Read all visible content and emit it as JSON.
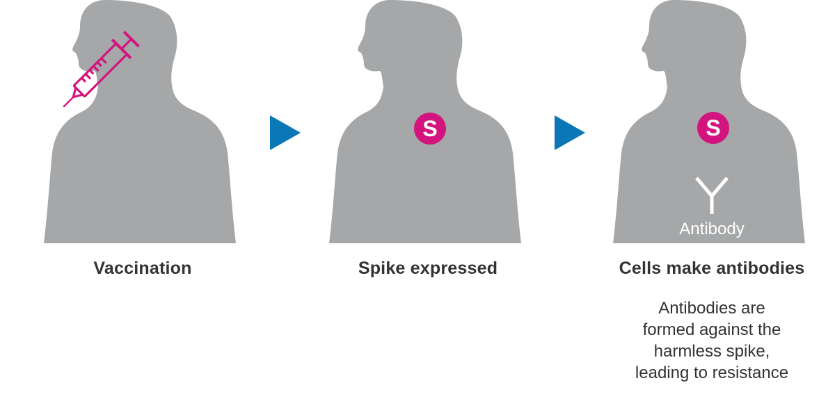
{
  "colors": {
    "silhouette": "#a5a7a8",
    "accent_magenta": "#d4147e",
    "arrow_blue": "#0a77b7",
    "text": "#333333"
  },
  "steps": [
    {
      "caption": "Vaccination",
      "icon": "syringe-icon"
    },
    {
      "caption": "Spike expressed",
      "badge": "S"
    },
    {
      "caption": "Cells make antibodies",
      "badge": "S",
      "antibody_label": "Antibody",
      "description": [
        "Antibodies are",
        "formed against the",
        "harmless spike,",
        "leading to resistance"
      ]
    }
  ]
}
